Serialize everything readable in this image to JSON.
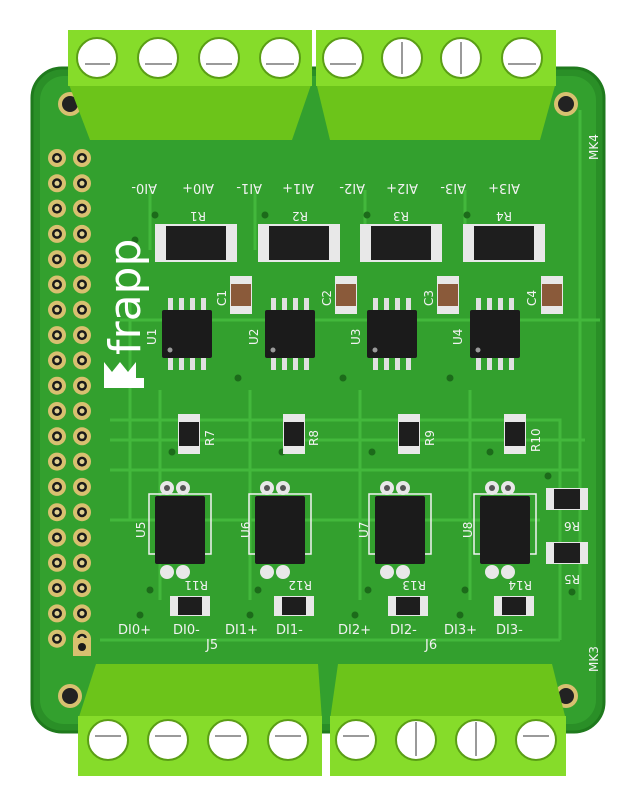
{
  "board": {
    "logo_text": "frapp",
    "mounting_labels": [
      "MK4",
      "MK3"
    ],
    "connector_labels": [
      "J5",
      "J6"
    ],
    "analog_inputs": [
      "AI0-",
      "AI0+",
      "AI1-",
      "AI1+",
      "AI2-",
      "AI2+",
      "AI3-",
      "AI3+"
    ],
    "digital_inputs": [
      "DI0+",
      "DI0-",
      "DI1+",
      "DI1-",
      "DI2+",
      "DI2-",
      "DI3+",
      "DI3-"
    ],
    "shunt_resistors": [
      "R1",
      "R2",
      "R3",
      "R4"
    ],
    "capacitors": [
      "C1",
      "C2",
      "C3",
      "C4"
    ],
    "amplifiers": [
      "U1",
      "U2",
      "U3",
      "U4"
    ],
    "series_resistors": [
      "R7",
      "R8",
      "R9",
      "R10"
    ],
    "optocouplers": [
      "U5",
      "U6",
      "U7",
      "U8"
    ],
    "input_resistors": [
      "R11",
      "R12",
      "R13",
      "R14"
    ],
    "side_resistors": [
      "R6",
      "R5"
    ]
  },
  "colors": {
    "pcb": "#2f9a2a",
    "pcb_copper": "#3fb338",
    "terminal_block": "#7fd821",
    "silkscreen": "#f2f2f2",
    "ic_body": "#1b1b1b",
    "gold_pad": "#d8c070"
  }
}
